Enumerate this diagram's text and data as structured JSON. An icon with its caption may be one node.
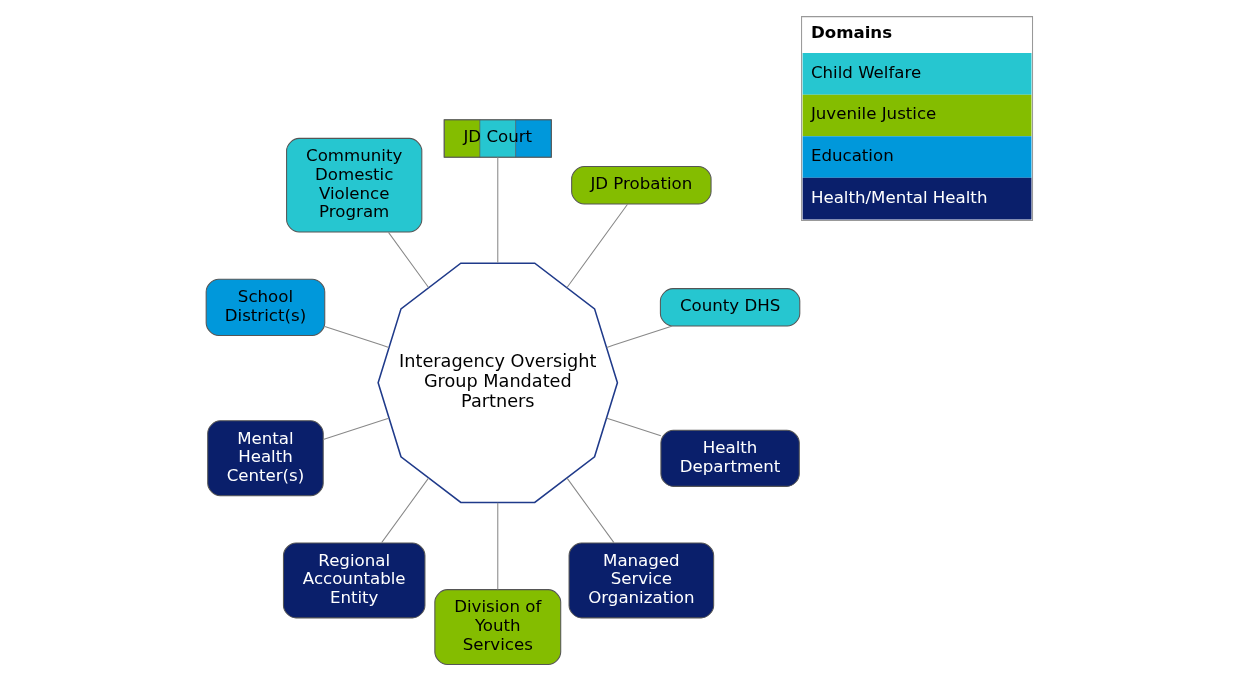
{
  "diagram": {
    "nodes": [
      {
        "text": [
          "Interagency Oversight Group Mandated Partners"
        ]
      },
      {
        "text": [
          "County DHS"
        ]
      },
      {
        "text": [
          "JD Probation"
        ]
      },
      {
        "text": [
          "JD Court"
        ]
      },
      {
        "text": [
          "Community Domestic Violence Program"
        ]
      },
      {
        "text": [
          "School District(s)"
        ]
      },
      {
        "text": [
          "Mental Health Center(s)"
        ]
      },
      {
        "text": [
          "Regional Accountable Entity"
        ]
      },
      {
        "text": [
          "Division of Youth Services"
        ]
      },
      {
        "text": [
          "Managed Service Organization"
        ]
      },
      {
        "text": [
          "Health Department"
        ]
      }
    ],
    "edges": [
      {
        "from": 0,
        "to": 1,
        "arrow": "none"
      },
      {
        "from": 0,
        "to": 2,
        "arrow": "none"
      },
      {
        "from": 0,
        "to": 3,
        "arrow": "none"
      },
      {
        "from": 0,
        "to": 4,
        "arrow": "none"
      },
      {
        "from": 0,
        "to": 5,
        "arrow": "none"
      },
      {
        "from": 0,
        "to": 6,
        "arrow": "none"
      },
      {
        "from": 0,
        "to": 7,
        "arrow": "none"
      },
      {
        "from": 0,
        "to": 8,
        "arrow": "none"
      },
      {
        "from": 0,
        "to": 9,
        "arrow": "none"
      },
      {
        "from": 0,
        "to": 10,
        "arrow": "none"
      }
    ],
    "labels": [
      "Domains"
    ],
    "legend": [
      {
        "text": "Child Welfare",
        "color": "#26c6d0"
      },
      {
        "text": "Juvenile Justice",
        "color": "#84bd00"
      },
      {
        "text": "Education",
        "color": "#0098db"
      },
      {
        "text": "Health/Mental Health",
        "color": "#0a1f6b"
      }
    ]
  }
}
